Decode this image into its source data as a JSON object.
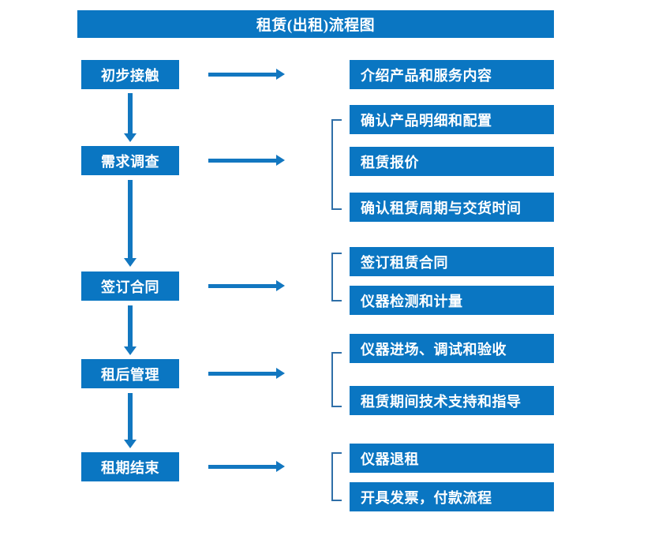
{
  "chart_data": {
    "type": "diagram",
    "title": "租赁(出租)流程图",
    "diagram_kind": "flowchart",
    "stages": [
      {
        "label": "初步接触",
        "details": [
          "介绍产品和服务内容"
        ]
      },
      {
        "label": "需求调查",
        "details": [
          "确认产品明细和配置",
          "租赁报价",
          "确认租赁周期与交货时间"
        ]
      },
      {
        "label": "签订合同",
        "details": [
          "签订租赁合同",
          "仪器检测和计量"
        ]
      },
      {
        "label": "租后管理",
        "details": [
          "仪器进场、调试和验收",
          "租赁期间技术支持和指导"
        ]
      },
      {
        "label": "租期结束",
        "details": [
          "仪器退租",
          "开具发票，付款流程"
        ]
      }
    ]
  },
  "header": {
    "title": "租赁(出租)流程图"
  },
  "colors": {
    "box_fill": "#0a76c2",
    "box_text": "#ffffff",
    "arrow": "#1277c0",
    "bracket": "#2f6fa8",
    "background": "#ffffff"
  },
  "stages": [
    {
      "label": "初步接触"
    },
    {
      "label": "需求调查"
    },
    {
      "label": "签订合同"
    },
    {
      "label": "租后管理"
    },
    {
      "label": "租期结束"
    }
  ],
  "details": [
    {
      "label": "介绍产品和服务内容"
    },
    {
      "label": "确认产品明细和配置"
    },
    {
      "label": "租赁报价"
    },
    {
      "label": "确认租赁周期与交货时间"
    },
    {
      "label": "签订租赁合同"
    },
    {
      "label": "仪器检测和计量"
    },
    {
      "label": "仪器进场、调试和验收"
    },
    {
      "label": "租赁期间技术支持和指导"
    },
    {
      "label": "仪器退租"
    },
    {
      "label": "开具发票，付款流程"
    }
  ]
}
